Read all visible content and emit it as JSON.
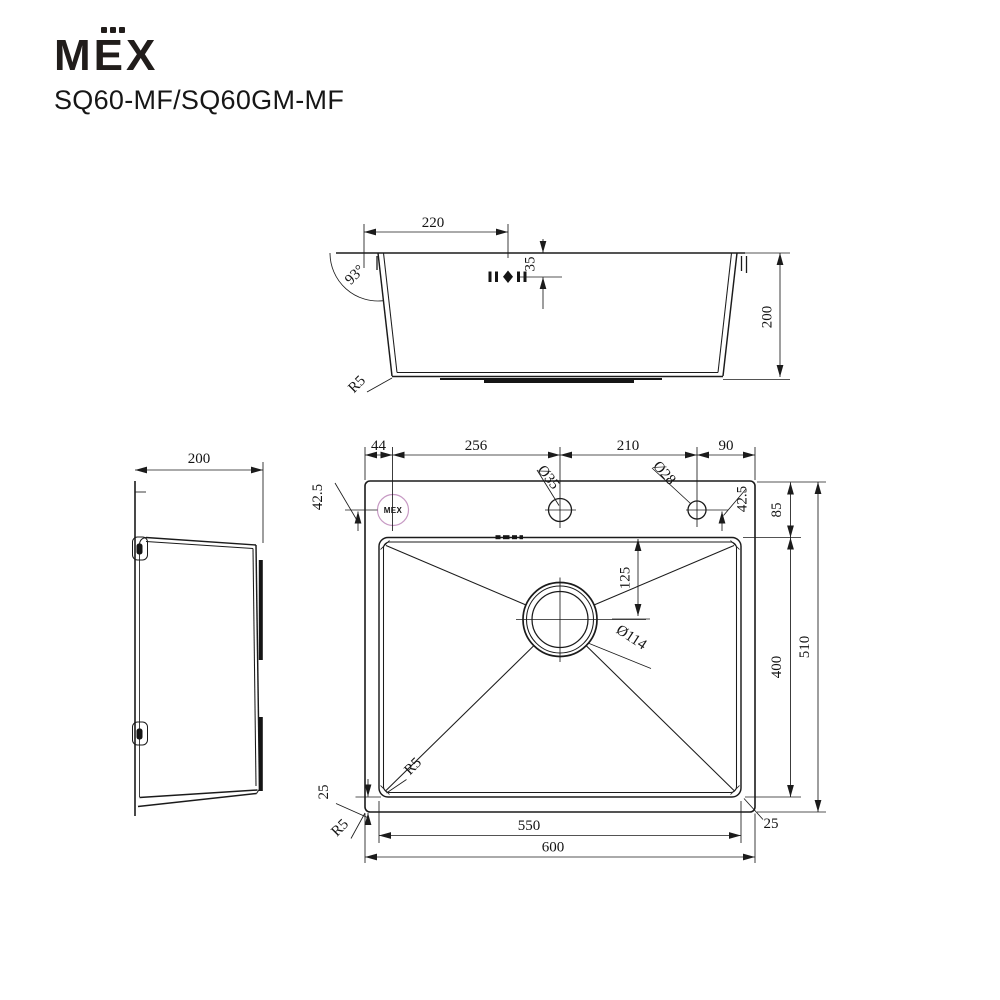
{
  "header": {
    "logo": {
      "m": "M",
      "e": "E",
      "x": "X"
    },
    "model": "SQ60-MF/SQ60GM-MF"
  },
  "front_view": {
    "dim_width_to_logo": "220",
    "dim_logo_offset": "35",
    "angle_wall": "93°",
    "dim_depth": "200",
    "radius_bottom": "R5"
  },
  "side_view": {
    "dim_depth": "200"
  },
  "plan_view": {
    "dim_left_to_stamp": "44",
    "dim_stamp_to_faucet": "256",
    "dim_faucet_to_soap": "210",
    "dim_soap_to_right": "90",
    "hole_faucet": "Ø35",
    "hole_soap": "Ø28",
    "dim_hole_offset_left": "42.5",
    "dim_hole_offset_right": "42.5",
    "dim_deck": "85",
    "dim_drain_offset": "125",
    "drain_diameter": "Ø114",
    "dim_bowl_depth": "400",
    "dim_overall_depth": "510",
    "dim_bottom_margin_left": "25",
    "dim_bottom_margin_right": "25",
    "dim_bowl_width": "550",
    "dim_overall_width": "600",
    "radius_bowl_corner": "R5",
    "radius_outer_corner": "R5",
    "stamp_text": "MEX"
  },
  "colors": {
    "line": "#1b1b1b",
    "stamp_ring": "#c79ac4"
  }
}
